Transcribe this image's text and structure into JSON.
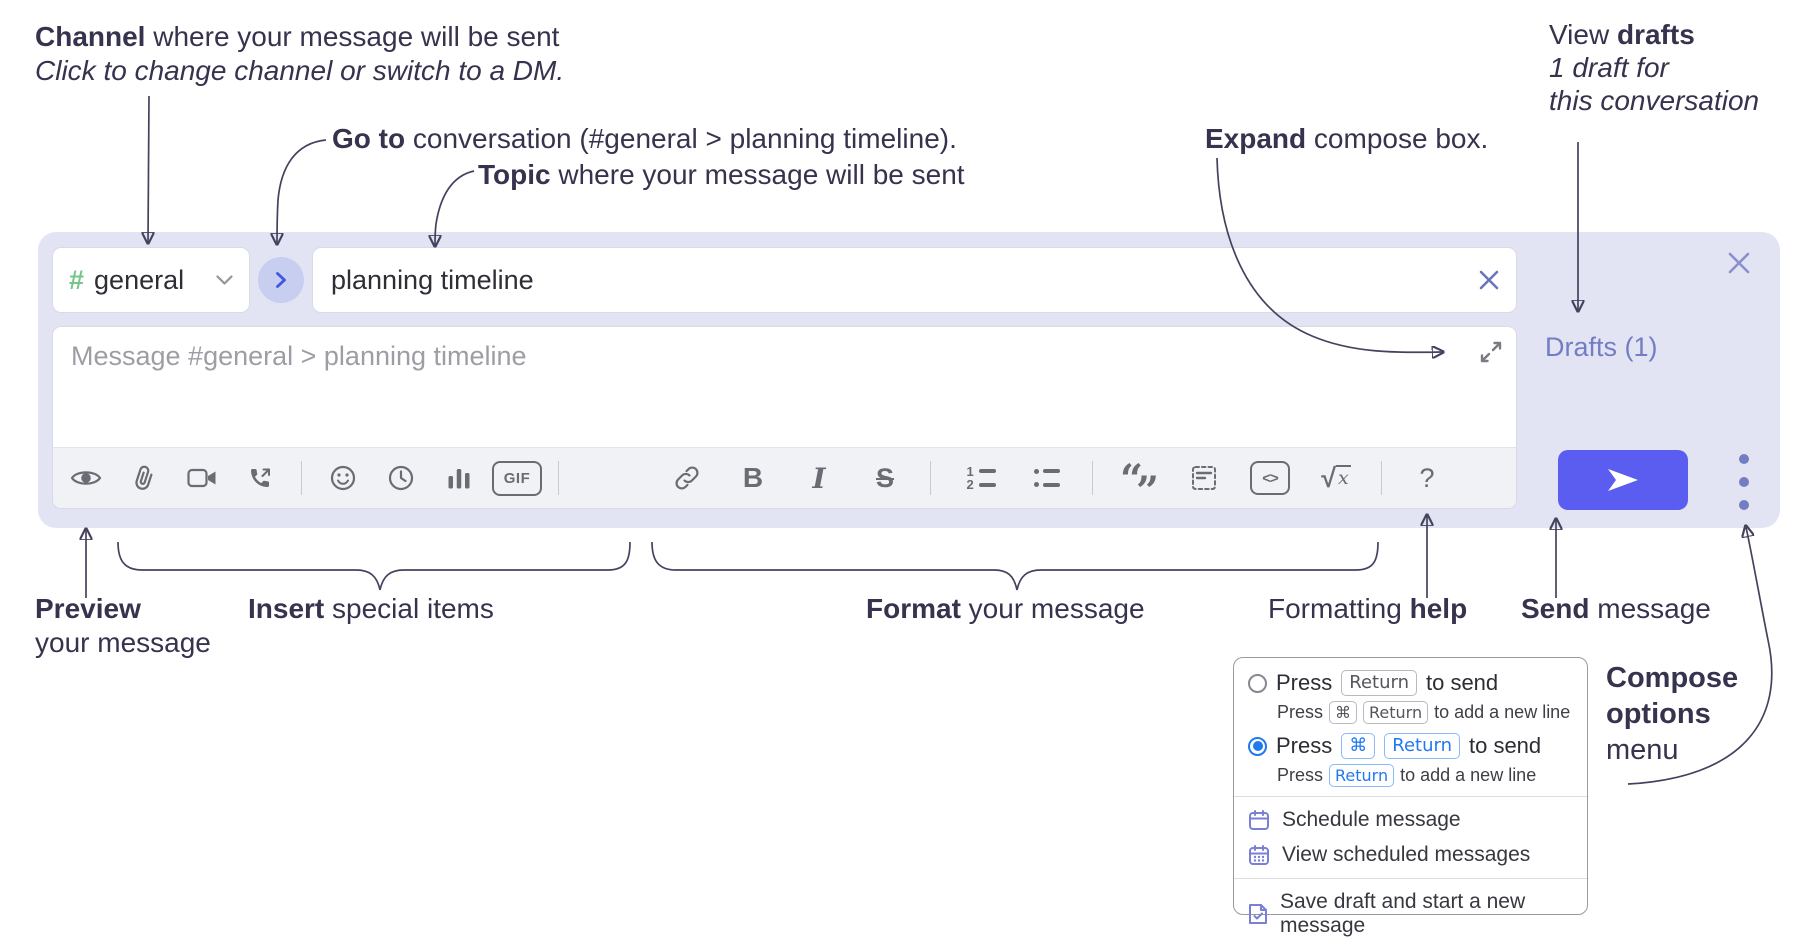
{
  "annotations": {
    "channel": {
      "bold": "Channel",
      "rest": " where your message will be sent",
      "line2": "Click to change channel or switch to a DM."
    },
    "goto": {
      "bold": "Go to",
      "rest": " conversation (#general > planning timeline)."
    },
    "topic": {
      "bold": "Topic",
      "rest": " where your message will be sent"
    },
    "expand": {
      "bold": "Expand",
      "rest": " compose box."
    },
    "view_drafts": {
      "pre": "View ",
      "bold": "drafts",
      "line2": "1 draft for",
      "line3": "this conversation"
    },
    "preview": {
      "bold": "Preview",
      "line2": "your message"
    },
    "insert": {
      "bold": "Insert",
      "rest": " special items"
    },
    "format": {
      "bold": "Format",
      "rest": " your message"
    },
    "formatting_help": {
      "pre": "Formatting ",
      "bold": "help"
    },
    "send": {
      "bold": "Send",
      "rest": " message"
    },
    "compose_options": {
      "bold1": "Compose",
      "bold2": "options",
      "rest": "menu"
    }
  },
  "compose": {
    "channel_hash": "#",
    "channel_name": "general",
    "topic_value": "planning timeline",
    "message_placeholder": "Message #general > planning timeline",
    "drafts_label": "Drafts (1)",
    "toolbar": {
      "gif": "GIF",
      "bold": "B",
      "italic": "I",
      "strike": "S",
      "code": "<>",
      "sqrt": "√",
      "math_x": "x",
      "help": "?",
      "ol1": "1",
      "ol2": "2",
      "quote_open": "“",
      "quote_close": "”"
    }
  },
  "options_menu": {
    "press": "Press",
    "to_send": "to send",
    "to_newline": "to add a new line",
    "return_key": "Return",
    "cmd_key": "⌘",
    "items": [
      "Schedule message",
      "View scheduled messages",
      "Save draft and start a new message"
    ]
  },
  "colors": {
    "accent_send": "#5a5df0",
    "link_purple": "#737dc3",
    "key_blue": "#2179f0",
    "hash_green": "#76c689",
    "compose_bg": "#e2e4f3"
  }
}
